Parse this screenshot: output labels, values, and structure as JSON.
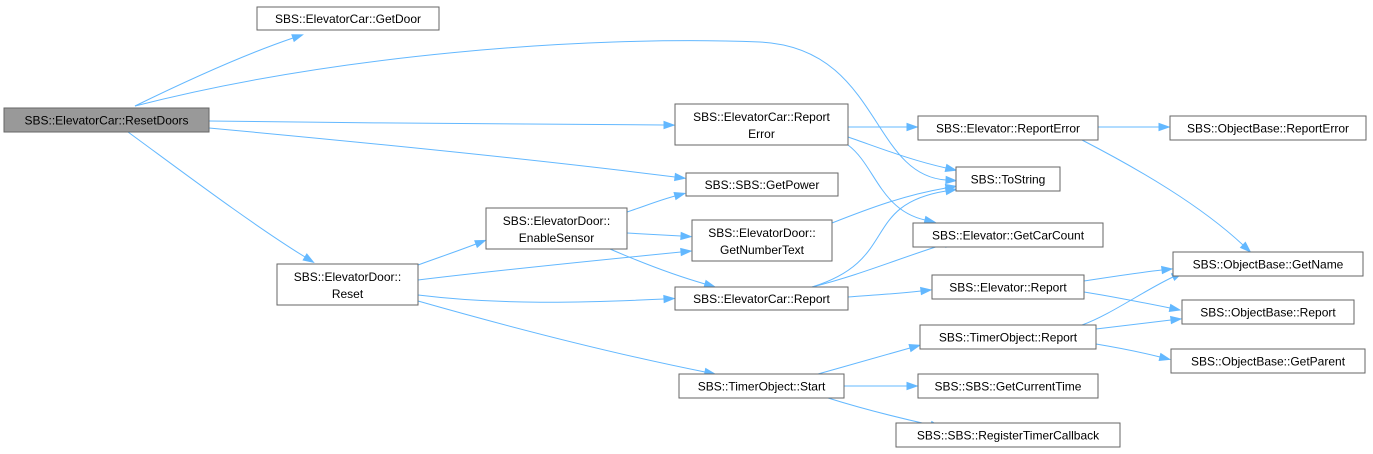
{
  "colors": {
    "edge": "#63b8ff",
    "root_fill": "#999999",
    "node_border": "#666666"
  },
  "nodes": {
    "resetdoors": {
      "lines": [
        "SBS::ElevatorCar::ResetDoors"
      ],
      "root": true
    },
    "getdoor": {
      "lines": [
        "SBS::ElevatorCar::GetDoor"
      ]
    },
    "car_reporterror": {
      "lines": [
        "SBS::ElevatorCar::Report",
        "Error"
      ]
    },
    "getpower": {
      "lines": [
        "SBS::SBS::GetPower"
      ]
    },
    "enablesensor": {
      "lines": [
        "SBS::ElevatorDoor::",
        "EnableSensor"
      ]
    },
    "getnumbertext": {
      "lines": [
        "SBS::ElevatorDoor::",
        "GetNumberText"
      ]
    },
    "door_reset": {
      "lines": [
        "SBS::ElevatorDoor::",
        "Reset"
      ]
    },
    "car_report": {
      "lines": [
        "SBS::ElevatorCar::Report"
      ]
    },
    "timer_start": {
      "lines": [
        "SBS::TimerObject::Start"
      ]
    },
    "elev_reporterror": {
      "lines": [
        "SBS::Elevator::ReportError"
      ]
    },
    "tostring": {
      "lines": [
        "SBS::ToString"
      ]
    },
    "getcarcount": {
      "lines": [
        "SBS::Elevator::GetCarCount"
      ]
    },
    "elev_report": {
      "lines": [
        "SBS::Elevator::Report"
      ]
    },
    "timer_report": {
      "lines": [
        "SBS::TimerObject::Report"
      ]
    },
    "getcurrenttime": {
      "lines": [
        "SBS::SBS::GetCurrentTime"
      ]
    },
    "registertimer": {
      "lines": [
        "SBS::SBS::RegisterTimerCallback"
      ]
    },
    "ob_reporterror": {
      "lines": [
        "SBS::ObjectBase::ReportError"
      ]
    },
    "ob_getname": {
      "lines": [
        "SBS::ObjectBase::GetName"
      ]
    },
    "ob_report": {
      "lines": [
        "SBS::ObjectBase::Report"
      ]
    },
    "ob_getparent": {
      "lines": [
        "SBS::ObjectBase::GetParent"
      ]
    }
  },
  "edges": [
    [
      "resetdoors",
      "getdoor"
    ],
    [
      "resetdoors",
      "tostring"
    ],
    [
      "resetdoors",
      "car_reporterror"
    ],
    [
      "resetdoors",
      "getpower"
    ],
    [
      "resetdoors",
      "door_reset"
    ],
    [
      "car_reporterror",
      "elev_reporterror"
    ],
    [
      "car_reporterror",
      "tostring"
    ],
    [
      "car_reporterror",
      "getcarcount"
    ],
    [
      "elev_reporterror",
      "ob_reporterror"
    ],
    [
      "elev_reporterror",
      "ob_getname"
    ],
    [
      "enablesensor",
      "getpower"
    ],
    [
      "enablesensor",
      "getnumbertext"
    ],
    [
      "enablesensor",
      "car_report"
    ],
    [
      "getnumbertext",
      "tostring"
    ],
    [
      "door_reset",
      "enablesensor"
    ],
    [
      "door_reset",
      "getnumbertext"
    ],
    [
      "door_reset",
      "car_report"
    ],
    [
      "door_reset",
      "timer_start"
    ],
    [
      "car_report",
      "tostring"
    ],
    [
      "car_report",
      "getcarcount"
    ],
    [
      "car_report",
      "elev_report"
    ],
    [
      "elev_report",
      "ob_getname"
    ],
    [
      "elev_report",
      "ob_report"
    ],
    [
      "timer_start",
      "timer_report"
    ],
    [
      "timer_start",
      "getcurrenttime"
    ],
    [
      "timer_start",
      "registertimer"
    ],
    [
      "timer_report",
      "ob_getname"
    ],
    [
      "timer_report",
      "ob_report"
    ],
    [
      "timer_report",
      "ob_getparent"
    ]
  ]
}
